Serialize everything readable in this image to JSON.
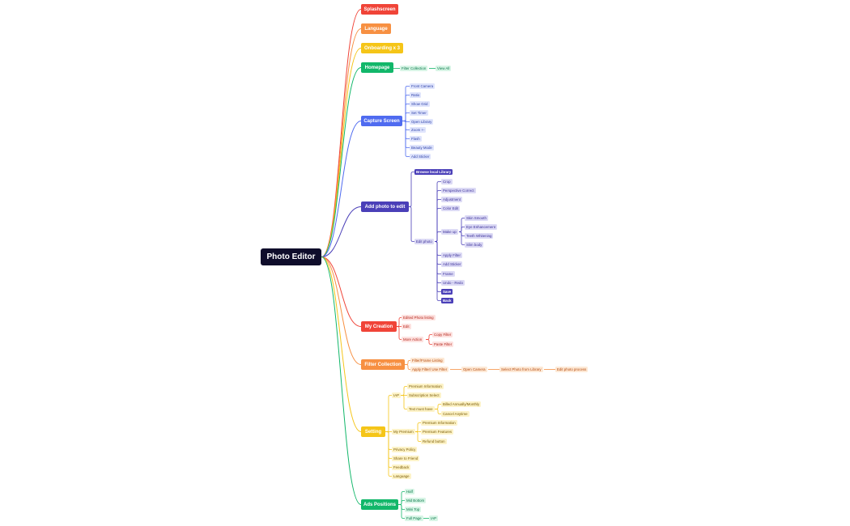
{
  "root": {
    "label": "Photo Editor",
    "color": "#0f0d2b"
  },
  "branches": [
    {
      "label": "Splashscreen",
      "color": "#f04438",
      "tint": "#fde2e0",
      "text": "#b42318",
      "children": []
    },
    {
      "label": "Language",
      "color": "#f79042",
      "tint": "#fde9d6",
      "text": "#b54708",
      "children": []
    },
    {
      "label": "Onboarding x 3",
      "color": "#f5c518",
      "tint": "#fdf3c8",
      "text": "#7a5a00",
      "children": []
    },
    {
      "label": "Homepage",
      "color": "#12b76a",
      "tint": "#d8f5e6",
      "text": "#067647",
      "children": [
        {
          "label": "Filter Collection",
          "children": [
            {
              "label": "View All"
            }
          ]
        }
      ]
    },
    {
      "label": "Capture Screen",
      "color": "#4f6bf0",
      "tint": "#dfe4fc",
      "text": "#2b3fa8",
      "children": [
        {
          "label": "Front Camera"
        },
        {
          "label": "Ratio"
        },
        {
          "label": "Show Grid"
        },
        {
          "label": "Set Timer"
        },
        {
          "label": "Open Library"
        },
        {
          "label": "Zoom +-"
        },
        {
          "label": "Flash"
        },
        {
          "label": "Beauty Mode"
        },
        {
          "label": "Add Sticker"
        }
      ]
    },
    {
      "label": "Add photo to edit",
      "color": "#4a3fb8",
      "tint": "#dcdaf5",
      "text": "#3a2f99",
      "children": [
        {
          "label": "Browse local Library",
          "dark": true
        },
        {
          "label": "Edit photo",
          "children": [
            {
              "label": "Crop"
            },
            {
              "label": "Perspective Correct"
            },
            {
              "label": "Adjustment"
            },
            {
              "label": "Color Edit"
            },
            {
              "label": "Make up",
              "children": [
                {
                  "label": "Skin Smooth"
                },
                {
                  "label": "Eye Enhancement"
                },
                {
                  "label": "Teeth Whitening"
                },
                {
                  "label": "Slim body"
                }
              ]
            },
            {
              "label": "Apply Filter"
            },
            {
              "label": "Add Sticker"
            },
            {
              "label": "Frame"
            },
            {
              "label": "Undo - Redo"
            },
            {
              "label": "Save",
              "dark": true
            },
            {
              "label": "Back",
              "dark": true
            }
          ]
        }
      ]
    },
    {
      "label": "My Creation",
      "color": "#f04438",
      "tint": "#fde2e0",
      "text": "#b42318",
      "children": [
        {
          "label": "Edited Photo listing"
        },
        {
          "label": "Edit"
        },
        {
          "label": "More Action",
          "children": [
            {
              "label": "Copy Filter"
            },
            {
              "label": "Paste Filter"
            }
          ]
        }
      ]
    },
    {
      "label": "Filter Collection",
      "color": "#f79042",
      "tint": "#fde9d6",
      "text": "#b54708",
      "children": [
        {
          "label": "Filter/Frame Listing"
        },
        {
          "label": "Apply Filter/ Use Filter",
          "children": [
            {
              "label": "Open Camera",
              "children": [
                {
                  "label": "Select Photo from Library",
                  "children": [
                    {
                      "label": "Edit photo process"
                    }
                  ]
                }
              ]
            }
          ]
        }
      ]
    },
    {
      "label": "Setting",
      "color": "#f5c518",
      "tint": "#fdf3c8",
      "text": "#7a5a00",
      "children": [
        {
          "label": "IAP",
          "children": [
            {
              "label": "Premium Information"
            },
            {
              "label": "Subscription Select"
            },
            {
              "label": "Text must have",
              "children": [
                {
                  "label": "Billed Annually/Monthly"
                },
                {
                  "label": "Cancel Anytime"
                }
              ]
            }
          ]
        },
        {
          "label": "My Premium",
          "children": [
            {
              "label": "Premium Information"
            },
            {
              "label": "Premium Features"
            },
            {
              "label": "Refund button"
            }
          ]
        },
        {
          "label": "Privacy Policy"
        },
        {
          "label": "Share to Friend"
        },
        {
          "label": "Feedback"
        },
        {
          "label": "Language"
        }
      ]
    },
    {
      "label": "Ads Positions",
      "color": "#12b76a",
      "tint": "#d8f5e6",
      "text": "#067647",
      "children": [
        {
          "label": "Half"
        },
        {
          "label": "Mid Bottom"
        },
        {
          "label": "Mini Top"
        },
        {
          "label": "Full Page",
          "children": [
            {
              "label": "IAP"
            }
          ]
        }
      ]
    }
  ]
}
